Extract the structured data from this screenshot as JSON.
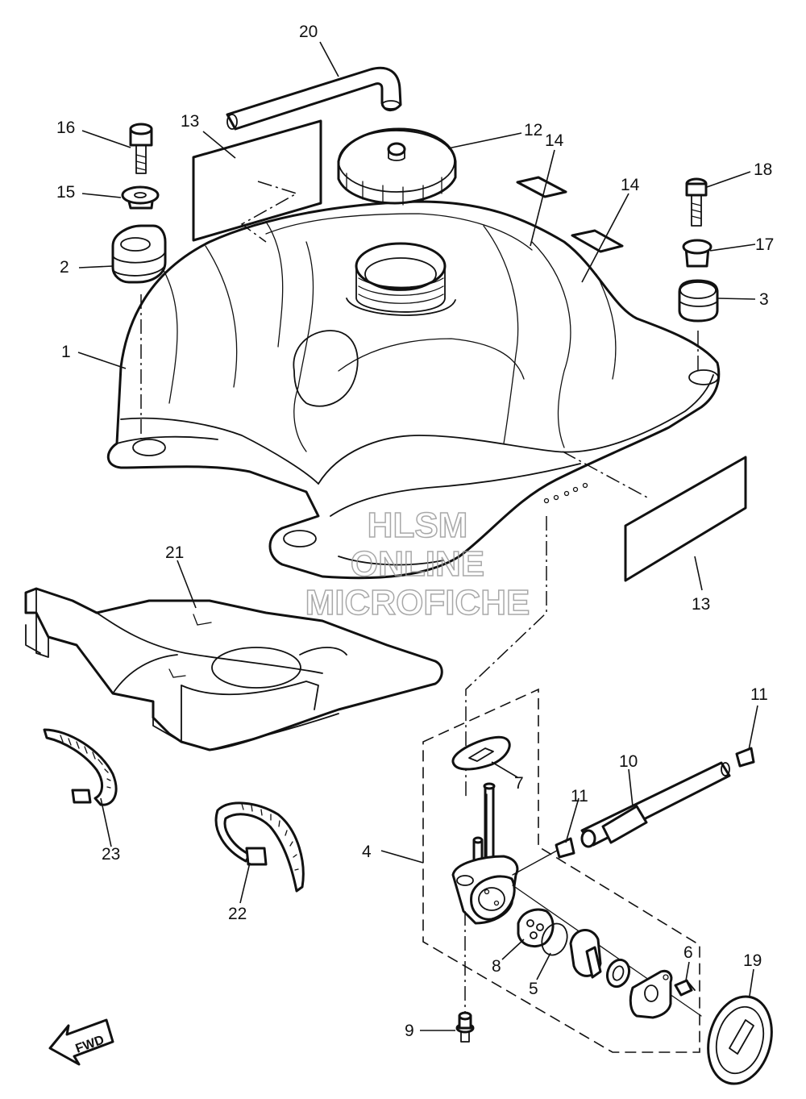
{
  "watermark": {
    "line1": "HLSM",
    "line2": "ONLINE",
    "line3": "MICROFICHE"
  },
  "direction_marker": {
    "label": "FWD"
  },
  "callouts": [
    {
      "id": "c20",
      "label": "20"
    },
    {
      "id": "c13a",
      "label": "13"
    },
    {
      "id": "c16",
      "label": "16"
    },
    {
      "id": "c15",
      "label": "15"
    },
    {
      "id": "c2",
      "label": "2"
    },
    {
      "id": "c1",
      "label": "1"
    },
    {
      "id": "c12",
      "label": "12"
    },
    {
      "id": "c14a",
      "label": "14"
    },
    {
      "id": "c14b",
      "label": "14"
    },
    {
      "id": "c18",
      "label": "18"
    },
    {
      "id": "c17",
      "label": "17"
    },
    {
      "id": "c3",
      "label": "3"
    },
    {
      "id": "c13b",
      "label": "13"
    },
    {
      "id": "c21",
      "label": "21"
    },
    {
      "id": "c11a",
      "label": "11"
    },
    {
      "id": "c10",
      "label": "10"
    },
    {
      "id": "c11b",
      "label": "11"
    },
    {
      "id": "c7",
      "label": "7"
    },
    {
      "id": "c4",
      "label": "4"
    },
    {
      "id": "c23",
      "label": "23"
    },
    {
      "id": "c22",
      "label": "22"
    },
    {
      "id": "c8",
      "label": "8"
    },
    {
      "id": "c5",
      "label": "5"
    },
    {
      "id": "c6",
      "label": "6"
    },
    {
      "id": "c19",
      "label": "19"
    },
    {
      "id": "c9",
      "label": "9"
    }
  ]
}
